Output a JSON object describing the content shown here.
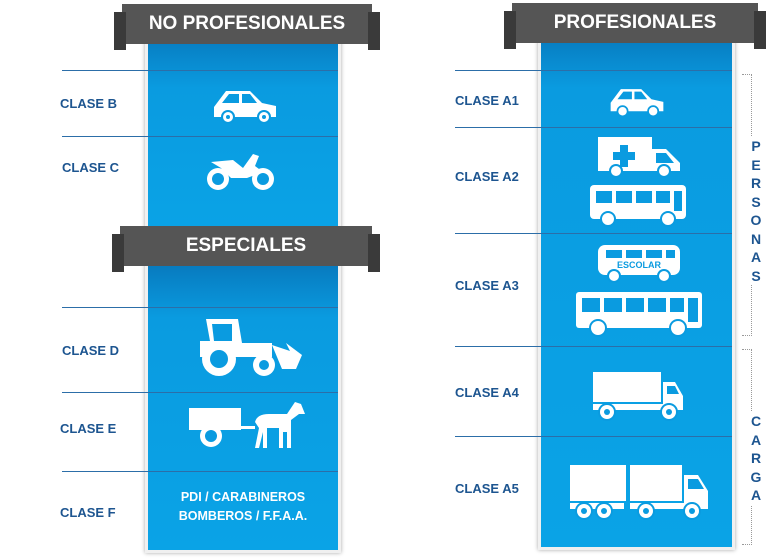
{
  "sections": {
    "no_profesionales": {
      "title": "NO PROFESIONALES",
      "classes": [
        {
          "label": "CLASE B",
          "icon": "car-icon"
        },
        {
          "label": "CLASE C",
          "icon": "motorcycle-icon"
        }
      ]
    },
    "especiales": {
      "title": "ESPECIALES",
      "classes": [
        {
          "label": "CLASE D",
          "icon": "tractor-icon"
        },
        {
          "label": "CLASE E",
          "icon": "horse-cart-icon"
        },
        {
          "label": "CLASE F",
          "text_line1": "PDI / CARABINEROS",
          "text_line2": "BOMBEROS / F.F.A.A."
        }
      ]
    },
    "profesionales": {
      "title": "PROFESIONALES",
      "classes": [
        {
          "label": "CLASE A1",
          "icon": "taxi-car-icon"
        },
        {
          "label": "CLASE A2",
          "icon": "ambulance-minibus-icon"
        },
        {
          "label": "CLASE A3",
          "icon": "school-bus-icon",
          "bus_text": "ESCOLAR"
        },
        {
          "label": "CLASE A4",
          "icon": "truck-icon"
        },
        {
          "label": "CLASE A5",
          "icon": "truck-trailer-icon"
        }
      ],
      "groups": {
        "personas": "PERSONAS",
        "carga": "CARGA"
      }
    }
  },
  "colors": {
    "panel": "#0aa3e6",
    "header": "#555555",
    "label": "#1d5590"
  }
}
